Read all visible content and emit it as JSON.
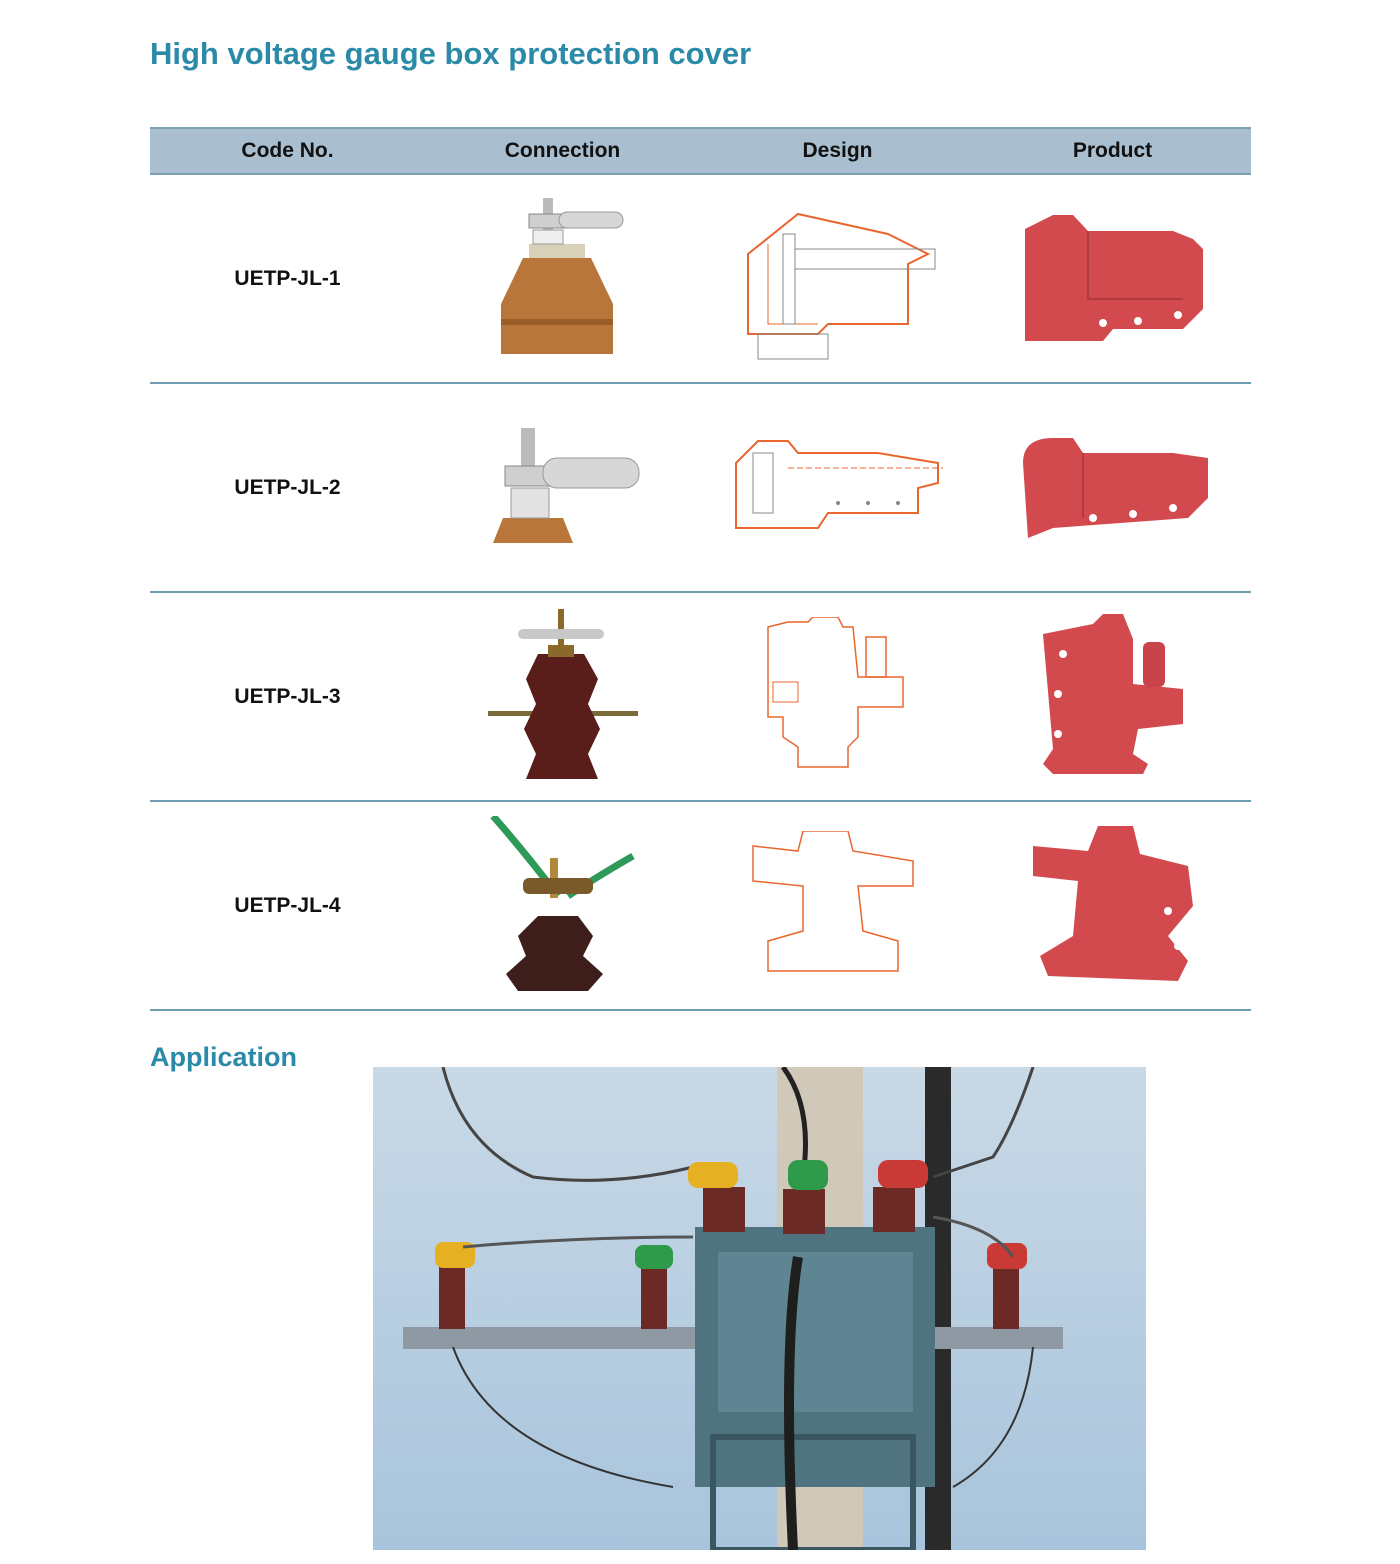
{
  "page": {
    "title": "High voltage gauge box protection cover"
  },
  "table": {
    "headers": [
      "Code No.",
      "Connection",
      "Design",
      "Product"
    ],
    "rows": [
      {
        "code": "UETP-JL-1"
      },
      {
        "code": "UETP-JL-2"
      },
      {
        "code": "UETP-JL-3"
      },
      {
        "code": "UETP-JL-4"
      }
    ]
  },
  "application": {
    "title": "Application"
  },
  "colors": {
    "heading": "#2a8aa8",
    "header_band": "#a9bfcf",
    "rule": "#6f9eb2",
    "drawing_line": "#e8662e",
    "cover_red": "#d24a4e"
  }
}
